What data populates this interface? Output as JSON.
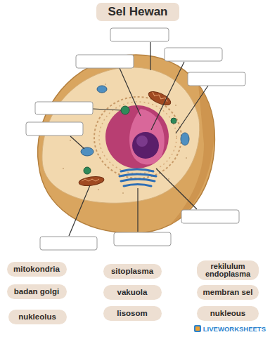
{
  "diagram": {
    "title": "Sel Hewan",
    "nodes": [
      {
        "text": [
          "mitokondria"
        ]
      },
      {
        "text": [
          "sitoplasma"
        ]
      },
      {
        "text": [
          "rekilulum endoplasma"
        ]
      },
      {
        "text": [
          "badan golgi"
        ]
      },
      {
        "text": [
          "vakuola"
        ]
      },
      {
        "text": [
          "membran sel"
        ]
      },
      {
        "text": [
          "nukleolus"
        ]
      },
      {
        "text": [
          "lisosom"
        ]
      },
      {
        "text": [
          "nukleous"
        ]
      }
    ],
    "labels": [
      "LIVEWORKSHEETS"
    ]
  }
}
